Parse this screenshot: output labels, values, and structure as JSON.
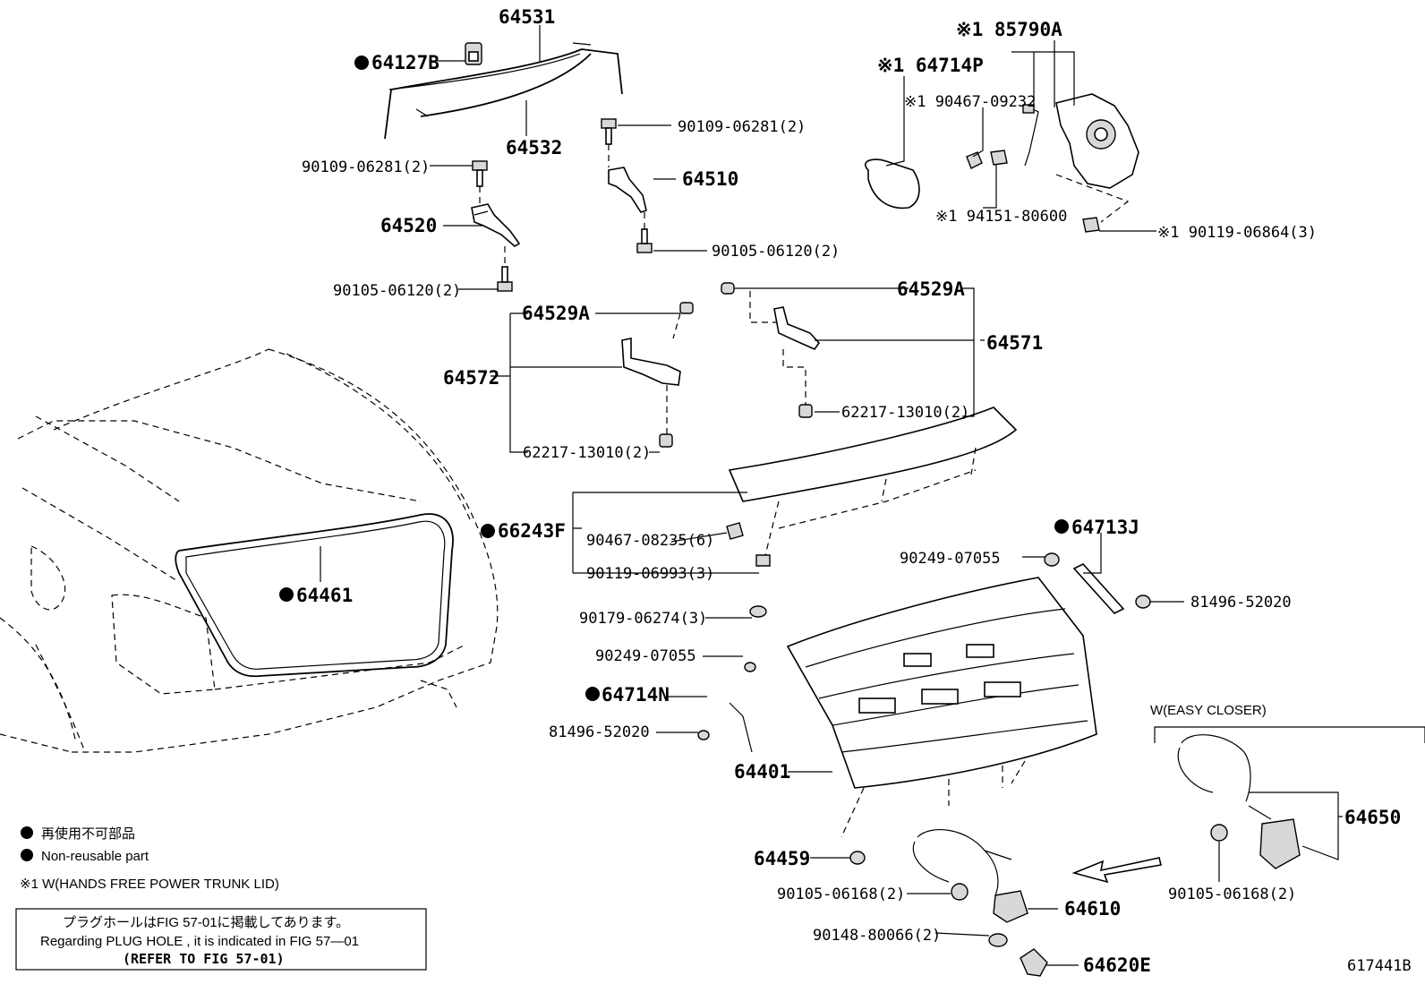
{
  "labels": {
    "p64531": "64531",
    "p64127B": "64127B",
    "p64532": "64532",
    "p90109_06281_2a": "90109-06281(2)",
    "p90109_06281_2b": "90109-06281(2)",
    "p64510": "64510",
    "p64520": "64520",
    "p90105_06120_2a": "90105-06120(2)",
    "p90105_06120_2b": "90105-06120(2)",
    "p64529A_a": "64529A",
    "p64529A_b": "64529A",
    "p64572": "64572",
    "p64571": "64571",
    "p62217_13010_2a": "62217-13010(2)",
    "p62217_13010_2b": "62217-13010(2)",
    "p85790A": "※1 85790A",
    "p64714P": "※1 64714P",
    "p90467_09232": "※1 90467-09232",
    "p94151_80600": "※1 94151-80600",
    "p90119_06864_3": "※1 90119-06864(3)",
    "p66243F": "66243F",
    "p90467_08235_6": "90467-08235(6)",
    "p90119_06993_3": "90119-06993(3)",
    "p90179_06274_3": "90179-06274(3)",
    "p90249_07055_a": "90249-07055",
    "p90249_07055_b": "90249-07055",
    "p64714N": "64714N",
    "p81496_52020_a": "81496-52020",
    "p81496_52020_b": "81496-52020",
    "p64713J": "64713J",
    "p64461": "64461",
    "p64401": "64401",
    "p64459": "64459",
    "p90105_06168_2a": "90105-06168(2)",
    "p90105_06168_2b": "90105-06168(2)",
    "p64610": "64610",
    "p90148_80066_2": "90148-80066(2)",
    "p64620E": "64620E",
    "p64650": "64650"
  },
  "easy_closer_title": "W(EASY CLOSER)",
  "legend": {
    "jp": "再使用不可部品",
    "en": "Non-reusable part",
    "note1": "※1 W(HANDS FREE POWER TRUNK LID)"
  },
  "reference_box": {
    "line1": "プラグホールはFIG 57-01に掲載してあります。",
    "line2": "Regarding  PLUG  HOLE , it is indicated in FIG  57—01",
    "line3": "(REFER TO FIG 57-01)"
  },
  "figure_id": "617441B",
  "icons": [
    "non-reusable-dot-icon",
    "arrow-left-icon"
  ]
}
